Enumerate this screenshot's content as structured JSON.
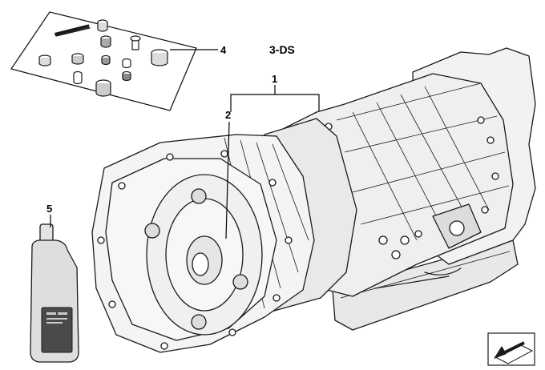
{
  "title": "3-DS",
  "callouts": {
    "c1": "1",
    "c2": "2",
    "c4": "4",
    "c5": "5"
  },
  "icons": [
    "parts-kit-icon",
    "fluid-bottle-icon",
    "transmission-assembly-icon",
    "navigation-arrow-icon"
  ]
}
